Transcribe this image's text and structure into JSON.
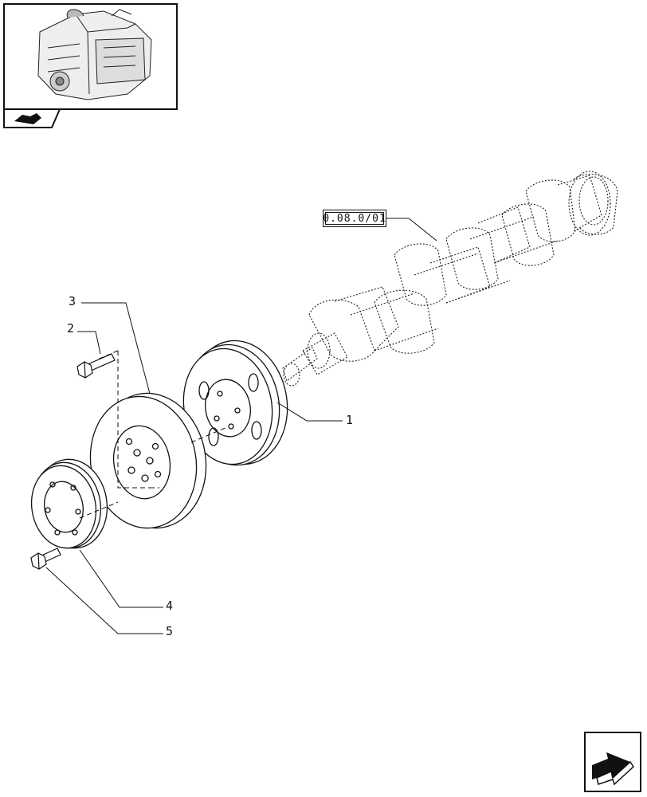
{
  "diagram": {
    "reference_label": "0.08.0/01",
    "callouts": [
      {
        "id": "1",
        "label": "1"
      },
      {
        "id": "2",
        "label": "2"
      },
      {
        "id": "3",
        "label": "3"
      },
      {
        "id": "4",
        "label": "4"
      },
      {
        "id": "5",
        "label": "5"
      }
    ]
  },
  "icons": {
    "thumbnail": "engine-thumbnail-icon",
    "section_tab": "section-tab-icon",
    "next_page": "next-page-arrow-icon"
  }
}
